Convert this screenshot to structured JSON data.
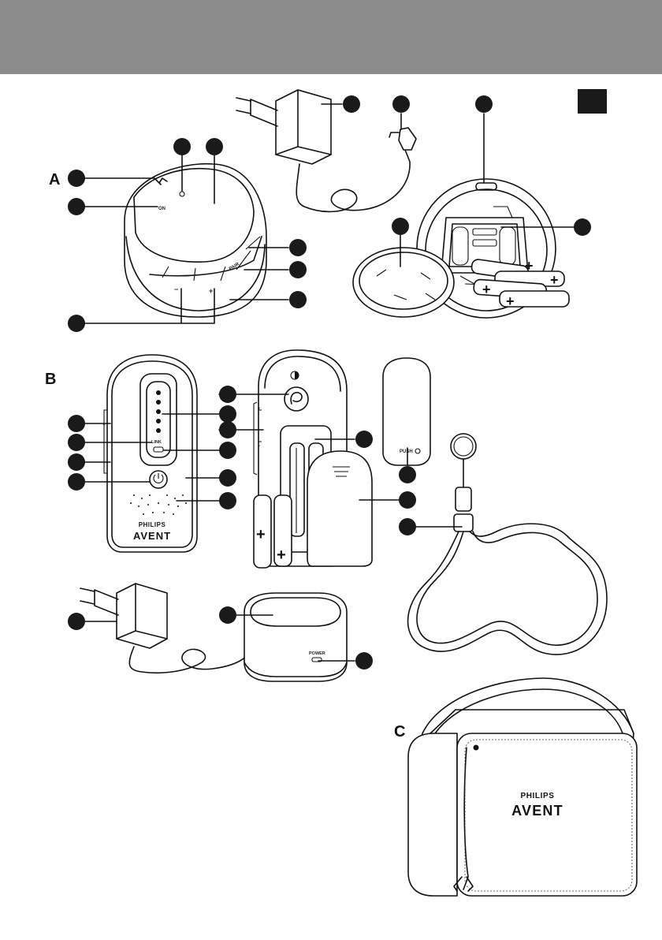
{
  "colors": {
    "header": "#8c8c8c",
    "callout": "#1a1a1a",
    "line": "#111111"
  },
  "sections": {
    "a": "A",
    "b": "B",
    "c": "C"
  },
  "unit_labels": {
    "on": "ON",
    "pair": "PAIR",
    "link": "LINK",
    "power": "POWER"
  },
  "brand": {
    "philips": "PHILIPS",
    "avent": "AVENT"
  },
  "icons": {
    "corner_tab": "square-tab-icon",
    "contrast": "contrast-icon"
  }
}
